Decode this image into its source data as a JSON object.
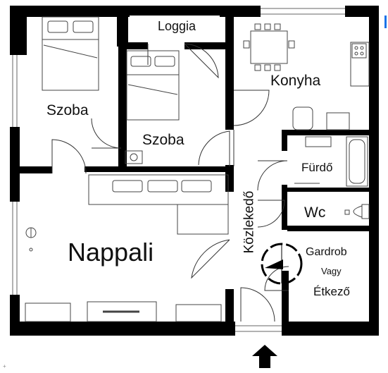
{
  "labels": {
    "szoba_1": "Szoba",
    "szoba_2": "Szoba",
    "loggia": "Loggia",
    "konyha": "Konyha",
    "furdo": "Fürdő",
    "wc": "Wc",
    "nappali": "Nappali",
    "kozlekedo": "Közlekedő",
    "gardrob": "Gardrob",
    "vagy": "Vagy",
    "etkezo": "Étkező"
  },
  "icons": [
    "entrance-arrow-icon",
    "compass-icon"
  ],
  "colors": {
    "wall": "#000000",
    "background": "#ffffff",
    "furniture": "#444444",
    "accent": "#1a73e8"
  }
}
